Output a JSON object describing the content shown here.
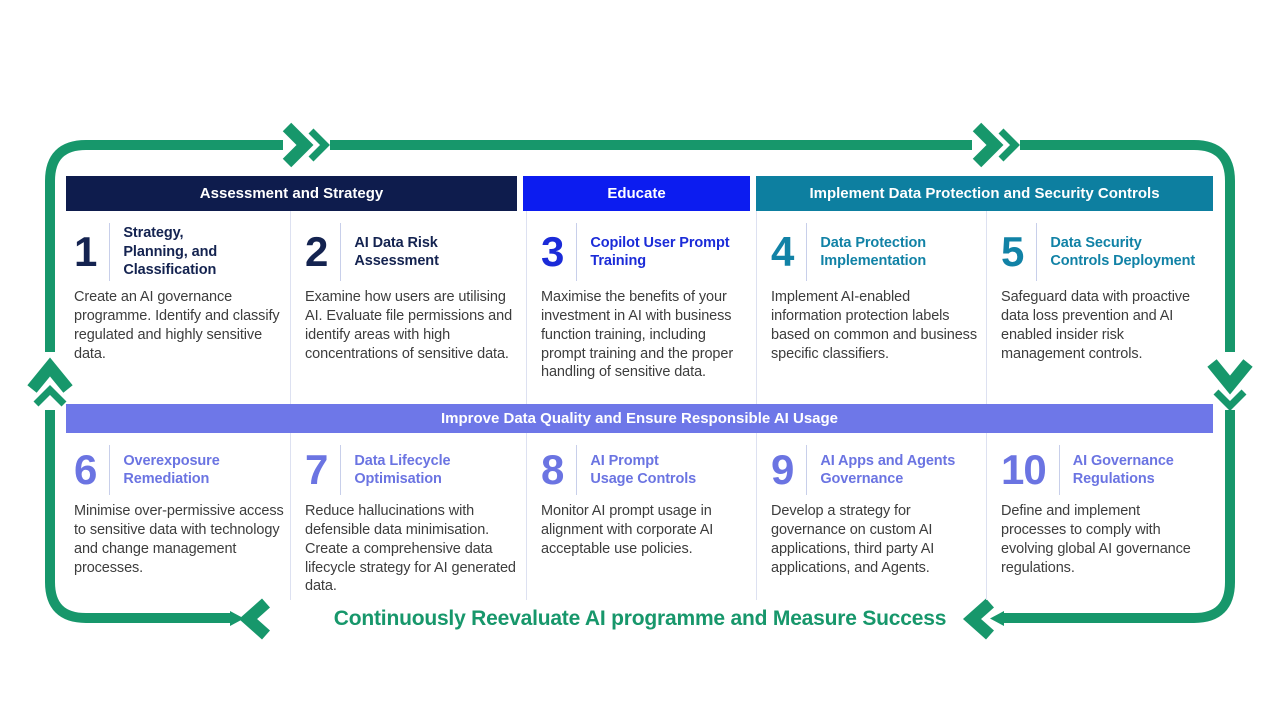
{
  "phase_headers": [
    {
      "label": "Assessment and Strategy",
      "color": "#0e1c4d"
    },
    {
      "label": "Educate",
      "color": "#0c1cf0"
    },
    {
      "label": "Implement Data Protection and Security Controls",
      "color": "#0d7fa0"
    }
  ],
  "steps": [
    {
      "number": "1",
      "title": "Strategy,\nPlanning, and\nClassification",
      "description": "Create an AI governance programme. Identify and classify regulated and highly sensitive data.",
      "group": "navy"
    },
    {
      "number": "2",
      "title": "AI Data Risk\nAssessment",
      "description": "Examine how users are utilising AI. Evaluate file permissions and identify areas with high concentrations of sensitive data.",
      "group": "navy"
    },
    {
      "number": "3",
      "title": "Copilot User Prompt\nTraining",
      "description": "Maximise the benefits of your investment in AI with business function training, including prompt training and the proper handling of sensitive data.",
      "group": "blue"
    },
    {
      "number": "4",
      "title": "Data Protection\nImplementation",
      "description": "Implement AI-enabled information protection labels based on common and business specific classifiers.",
      "group": "teal"
    },
    {
      "number": "5",
      "title": "Data Security\nControls Deployment",
      "description": "Safeguard data with proactive data loss prevention and AI enabled insider risk management controls.",
      "group": "teal"
    },
    {
      "number": "6",
      "title": "Overexposure\nRemediation",
      "description": "Minimise over-permissive access to sensitive data with technology and change management processes.",
      "group": "purple"
    },
    {
      "number": "7",
      "title": "Data Lifecycle\nOptimisation",
      "description": "Reduce hallucinations with defensible data minimisation. Create a comprehensive data lifecycle strategy for AI generated data.",
      "group": "purple"
    },
    {
      "number": "8",
      "title": "AI Prompt\nUsage Controls",
      "description": "Monitor AI prompt usage in alignment with corporate AI acceptable use policies.",
      "group": "purple"
    },
    {
      "number": "9",
      "title": "AI Apps and Agents\nGovernance",
      "description": "Develop a strategy for governance on custom AI applications, third party AI applications, and Agents.",
      "group": "purple"
    },
    {
      "number": "10",
      "title": "AI Governance\nRegulations",
      "description": "Define and implement processes to comply with evolving global AI governance regulations.",
      "group": "purple"
    }
  ],
  "mid_banner": {
    "label": "Improve Data Quality and Ensure Responsible AI Usage",
    "color": "#6e77e8"
  },
  "bottom_banner": {
    "label": "Continuously Reevaluate AI programme and Measure Success",
    "color": "#17976b"
  },
  "colors": {
    "frame_green": "#17976b",
    "navy": "#0e1c4d",
    "blue": "#0c1cf0",
    "teal": "#0d7fa0",
    "purple": "#6e77e8",
    "body_text": "#3d3d3d",
    "background": "#ffffff"
  }
}
